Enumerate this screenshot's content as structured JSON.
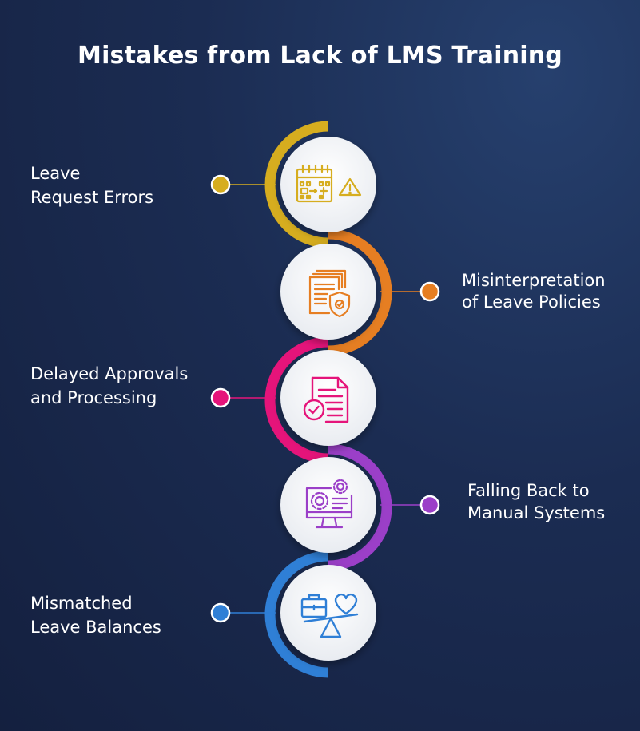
{
  "title": "Mistakes from Lack of LMS Training",
  "items": [
    {
      "line1": "Leave",
      "line2": "Request Errors",
      "color": "#d6ad1f",
      "icon": "calendar-warning-icon"
    },
    {
      "line1": "Misinterpretation",
      "line2": "of Leave Policies",
      "color": "#e67e22",
      "icon": "policy-document-shield-icon"
    },
    {
      "line1": "Delayed Approvals",
      "line2": "and Processing",
      "color": "#e5147a",
      "icon": "document-check-icon"
    },
    {
      "line1": "Falling Back to",
      "line2": "Manual Systems",
      "color": "#9b3fc8",
      "icon": "computer-settings-icon"
    },
    {
      "line1": "Mismatched",
      "line2": "Leave Balances",
      "color": "#2f7fd6",
      "icon": "work-life-balance-icon"
    }
  ]
}
